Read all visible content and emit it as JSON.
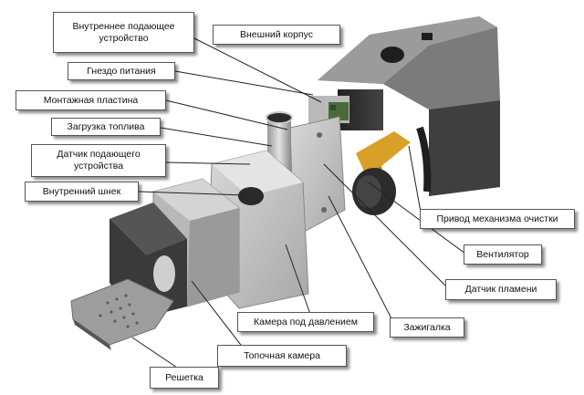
{
  "labels": {
    "outer_housing": "Внешний корпус",
    "inner_feeder": "Внутреннее подающее устройство",
    "power_socket": "Гнездо питания",
    "mounting_plate": "Монтажная пластина",
    "fuel_loading": "Загрузка топлива",
    "feeder_sensor": "Датчик подающего устройства",
    "inner_auger": "Внутренний шнек",
    "cleaning_drive": "Привод механизма очистки",
    "fan": "Вентилятор",
    "flame_sensor": "Датчик пламени",
    "pressure_chamber": "Камера под давлением",
    "igniter": "Зажигалка",
    "combustion_chamber": "Топочная камера",
    "grate": "Решетка"
  },
  "colors": {
    "housing_dark": "#3a3a3a",
    "housing_grey": "#8a8a8a",
    "metal_light": "#cfcfcf",
    "drive_orange": "#d9a028",
    "callout_border": "#555555"
  }
}
